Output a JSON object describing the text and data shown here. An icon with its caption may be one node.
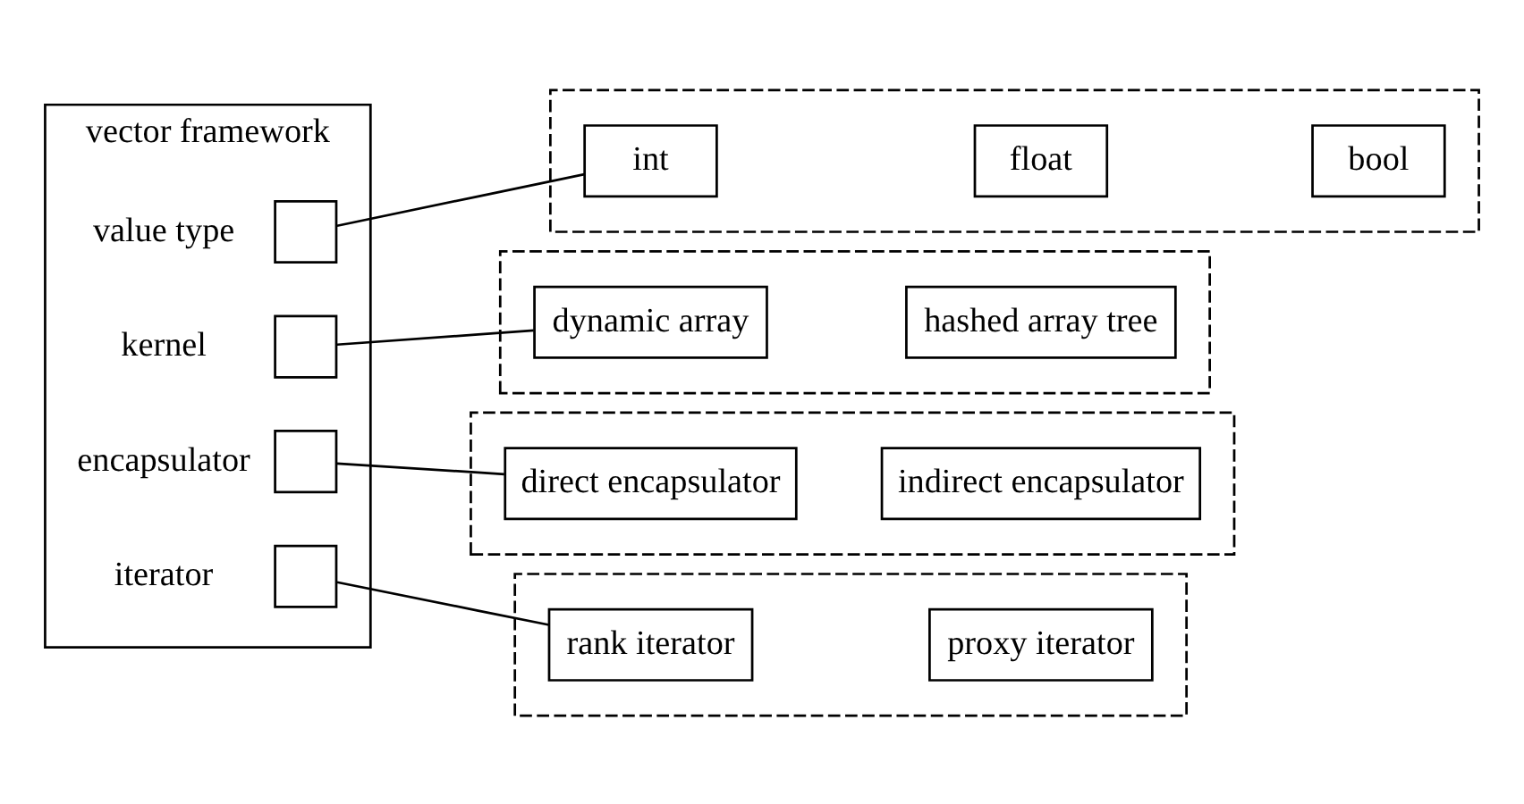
{
  "diagram": {
    "nodes": [
      {
        "text": [
          "vector framework"
        ]
      },
      {
        "text": [],
        "shape": "box",
        "in": 0,
        "beside": [
          "value type"
        ]
      },
      {
        "text": [],
        "shape": "box",
        "in": 0,
        "beside": [
          "kernel"
        ]
      },
      {
        "text": [],
        "shape": "box",
        "in": 0,
        "beside": [
          "encapsulator"
        ]
      },
      {
        "text": [],
        "shape": "box",
        "in": 0,
        "beside": [
          "iterator"
        ]
      },
      {
        "text": [],
        "shape": "box"
      },
      {
        "text": [
          "int"
        ],
        "in": 5
      },
      {
        "text": [
          "float"
        ],
        "in": 5
      },
      {
        "text": [
          "bool"
        ],
        "in": 5
      },
      {
        "text": [],
        "shape": "box"
      },
      {
        "text": [
          "dynamic array"
        ],
        "in": 9
      },
      {
        "text": [
          "hashed array tree"
        ],
        "in": 9
      },
      {
        "text": [],
        "shape": "box"
      },
      {
        "text": [
          "direct encapsulator"
        ],
        "in": 12
      },
      {
        "text": [
          "indirect encapsulator"
        ],
        "in": 12
      },
      {
        "text": [],
        "shape": "box"
      },
      {
        "text": [
          "rank iterator"
        ],
        "in": 15
      },
      {
        "text": [
          "proxy iterator"
        ],
        "in": 15
      }
    ],
    "edges": [
      {
        "from": 1,
        "to": 6,
        "arrow": "none"
      },
      {
        "from": 2,
        "to": 10,
        "arrow": "none"
      },
      {
        "from": 3,
        "to": 13,
        "arrow": "none"
      },
      {
        "from": 4,
        "to": 16,
        "arrow": "none"
      }
    ]
  }
}
